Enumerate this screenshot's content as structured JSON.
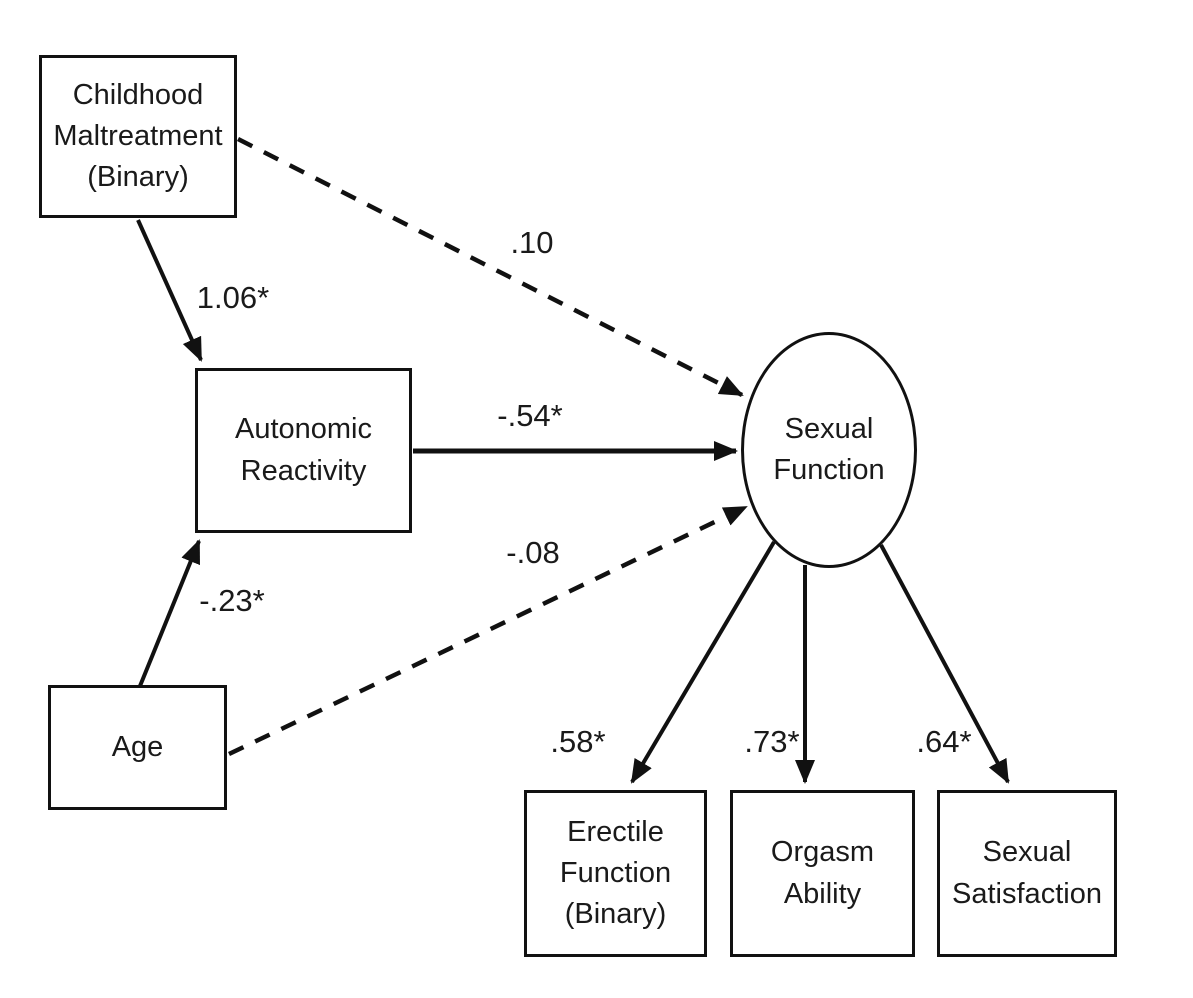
{
  "diagram": {
    "type": "path-model",
    "colors": {
      "ink": "#1a1a1a",
      "line": "#111111",
      "background": "#ffffff"
    },
    "nodes": [
      {
        "id": "childhood_maltreatment",
        "label": "Childhood\nMaltreatment\n(Binary)",
        "shape": "rect"
      },
      {
        "id": "age",
        "label": "Age",
        "shape": "rect"
      },
      {
        "id": "autonomic_reactivity",
        "label": "Autonomic\nReactivity",
        "shape": "rect"
      },
      {
        "id": "sexual_function",
        "label": "Sexual\nFunction",
        "shape": "ellipse"
      },
      {
        "id": "erectile_function",
        "label": "Erectile\nFunction\n(Binary)",
        "shape": "rect"
      },
      {
        "id": "orgasm_ability",
        "label": "Orgasm\nAbility",
        "shape": "rect"
      },
      {
        "id": "sexual_satisfaction",
        "label": "Sexual\nSatisfaction",
        "shape": "rect"
      }
    ],
    "edges": [
      {
        "from": "childhood_maltreatment",
        "to": "autonomic_reactivity",
        "coefficient": "1.06*",
        "style": "solid"
      },
      {
        "from": "childhood_maltreatment",
        "to": "sexual_function",
        "coefficient": ".10",
        "style": "dashed"
      },
      {
        "from": "age",
        "to": "autonomic_reactivity",
        "coefficient": "-.23*",
        "style": "solid"
      },
      {
        "from": "age",
        "to": "sexual_function",
        "coefficient": "-.08",
        "style": "dashed"
      },
      {
        "from": "autonomic_reactivity",
        "to": "sexual_function",
        "coefficient": "-.54*",
        "style": "solid"
      },
      {
        "from": "sexual_function",
        "to": "erectile_function",
        "coefficient": ".58*",
        "style": "solid"
      },
      {
        "from": "sexual_function",
        "to": "orgasm_ability",
        "coefficient": ".73*",
        "style": "solid"
      },
      {
        "from": "sexual_function",
        "to": "sexual_satisfaction",
        "coefficient": ".64*",
        "style": "solid"
      }
    ]
  }
}
